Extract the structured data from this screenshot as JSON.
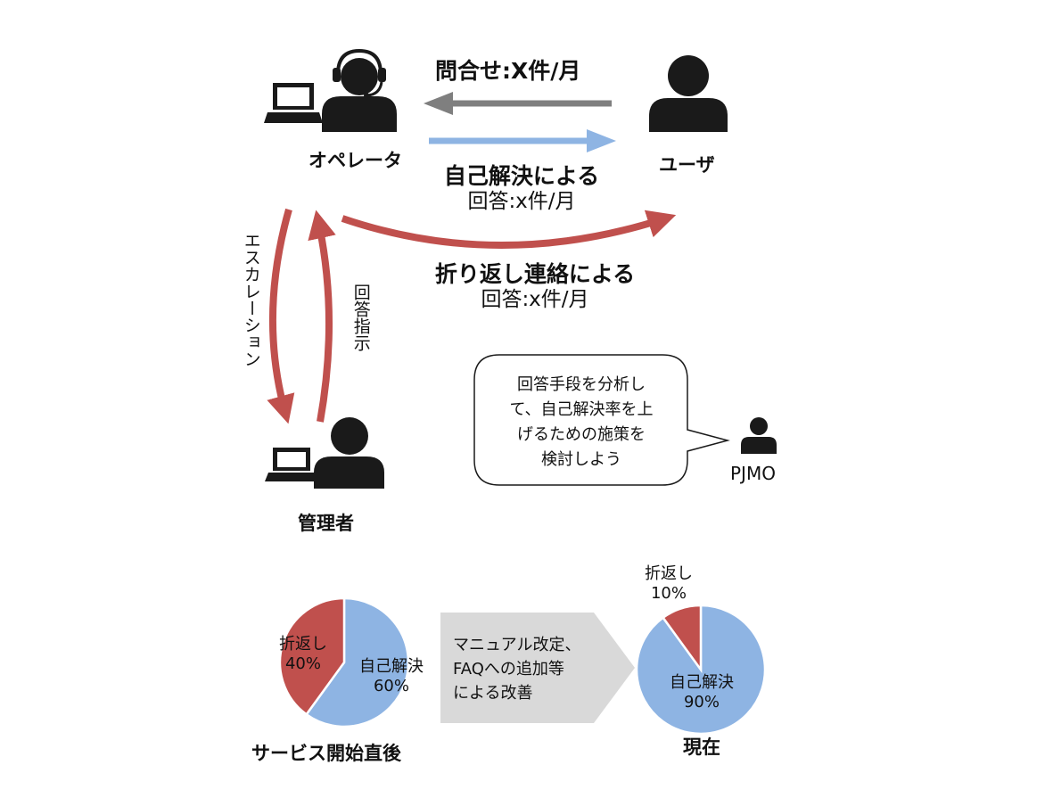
{
  "actors": {
    "operator": "オペレータ",
    "user": "ユーザ",
    "manager": "管理者",
    "pjmo": "PJMO"
  },
  "flows": {
    "inquiry": "問合せ:X件/月",
    "self_line1": "自己解決による",
    "self_line2": "回答:x件/月",
    "callback_line1": "折り返し連絡による",
    "callback_line2": "回答:x件/月",
    "escalation": "エスカレーション",
    "instruction": "回答指示"
  },
  "bubble": {
    "line1": "回答手段を分析し",
    "line2": "て、自己解決率を上",
    "line3": "げるための施策を",
    "line4": "検討しよう"
  },
  "improvement": {
    "line1": "マニュアル改定、",
    "line2": "FAQへの追加等",
    "line3": "による改善"
  },
  "colors": {
    "red": "#c0504d",
    "blue": "#8eb4e3",
    "gray": "#7f7f7f",
    "light_gray": "#d9d9d9"
  },
  "chart_data": [
    {
      "type": "pie",
      "title": "サービス開始直後",
      "slices": [
        {
          "label": "自己解決",
          "value": 60,
          "display": "60%",
          "color": "#8eb4e3"
        },
        {
          "label": "折返し",
          "value": 40,
          "display": "40%",
          "color": "#c0504d"
        }
      ]
    },
    {
      "type": "pie",
      "title": "現在",
      "slices": [
        {
          "label": "自己解決",
          "value": 90,
          "display": "90%",
          "color": "#8eb4e3"
        },
        {
          "label": "折返し",
          "value": 10,
          "display": "10%",
          "color": "#c0504d"
        }
      ]
    }
  ]
}
